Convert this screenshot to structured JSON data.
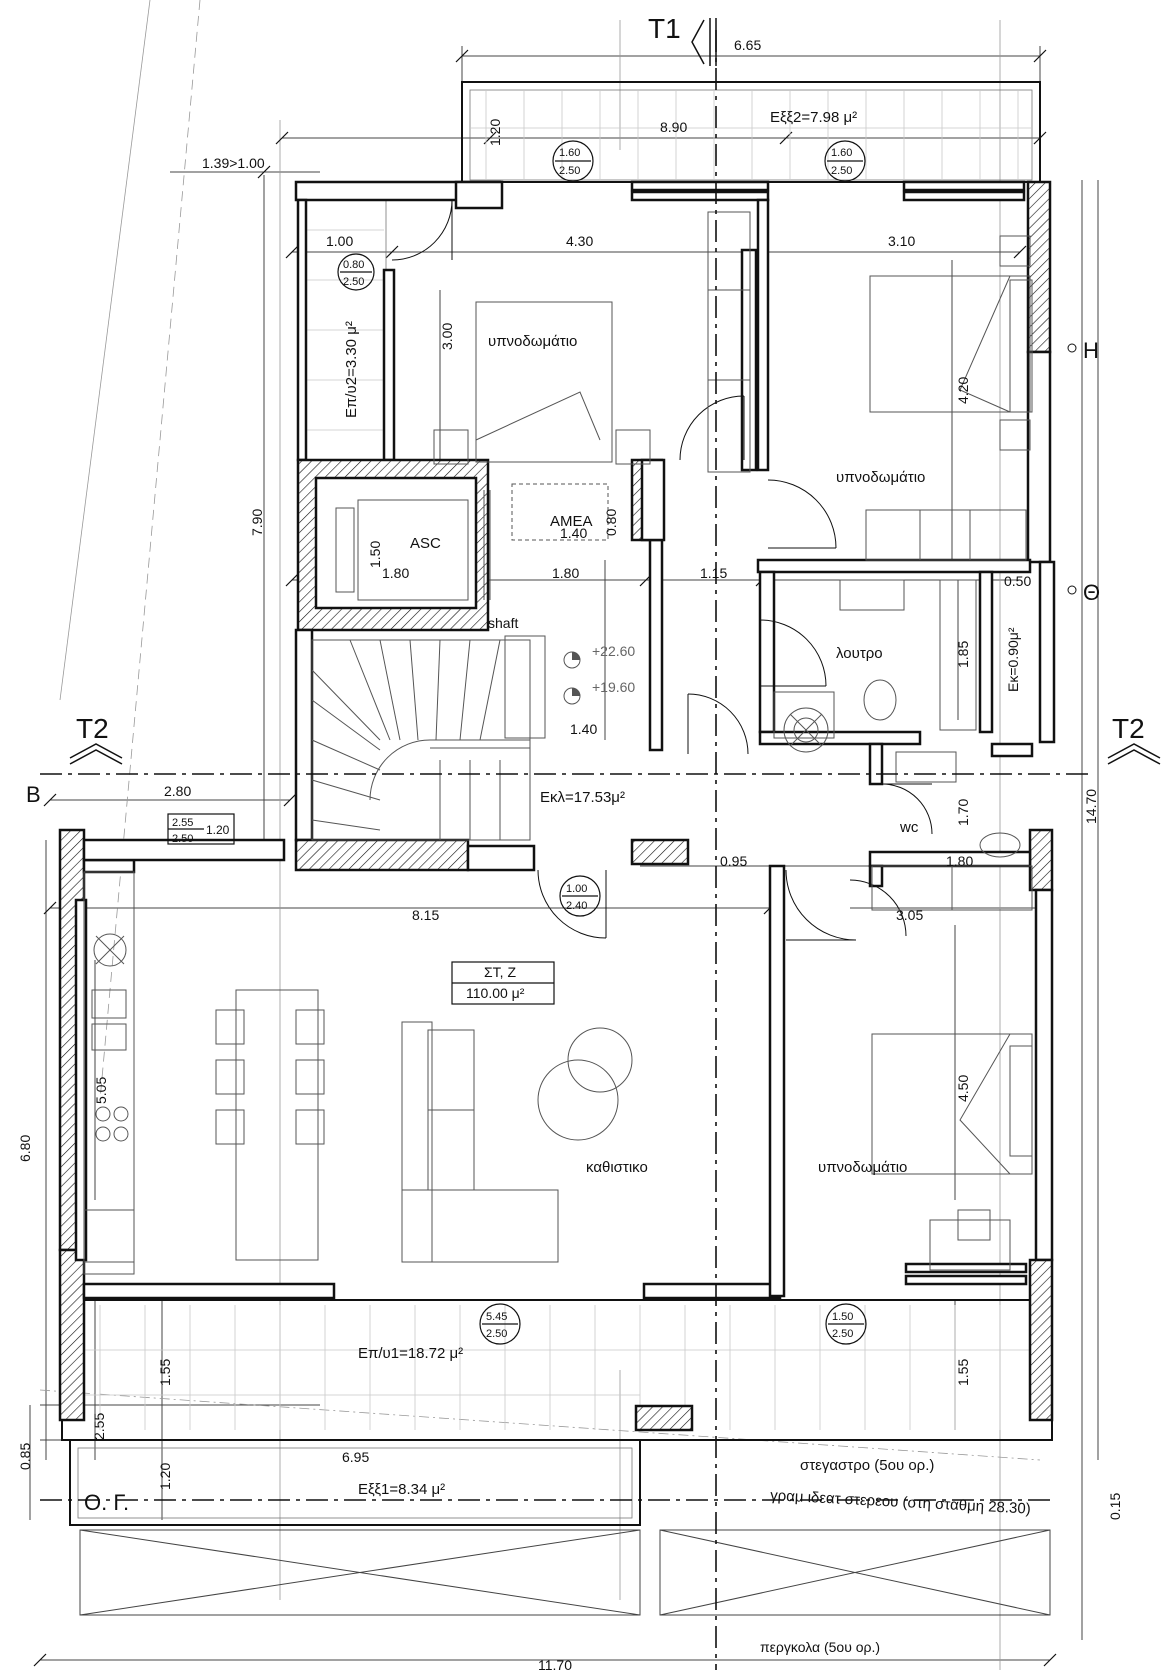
{
  "axes": {
    "t1": "T1",
    "t2_left": "T2",
    "t2_right": "T2",
    "h": "H",
    "theta": "Θ",
    "b": "B",
    "og": "Ο. Γ."
  },
  "rooms": {
    "bedroom_1": "υπνοδωμάτιο",
    "bedroom_2": "υπνοδωμάτιο",
    "bedroom_3": "υπνοδωμάτιο",
    "asc": "ASC",
    "amea": "ΑΜΕΑ",
    "shaft": "shaft",
    "bath": "λουτρο",
    "wc": "wc",
    "living": "καθιστικο",
    "hall": "Εκλ=17.53μ²"
  },
  "areas": {
    "exoste_2": "Εξξ2=7.98 μ²",
    "exoste_1": "Εξξ1=8.34 μ²",
    "hmy_2": "Επ/υ2=3.30 μ²",
    "hmy_1": "Επ/υ1=18.72 μ²",
    "ek": "Εκ=0.90μ²",
    "unit_code": "ΣΤ, Ζ",
    "unit_area": "110.00 μ²"
  },
  "levels": {
    "level_1": "+22.60",
    "level_2": "+19.60"
  },
  "notes": {
    "canopy": "στεγαστρο (5ου ορ.)",
    "ideal_line": "γραμ ιδεατ στερεου (στη σταθμη 28.30)",
    "pergola": "περγκολα (5ου ορ.)"
  },
  "openings": {
    "o1": {
      "w": "1.60",
      "h": "2.50"
    },
    "o2": {
      "w": "1.60",
      "h": "2.50"
    },
    "o3": {
      "w": "0.80",
      "h": "2.50"
    },
    "o4": {
      "w": "2.55",
      "h": "2.50"
    },
    "o5": {
      "w": "1.00",
      "h": "2.40"
    },
    "o6": {
      "w": "5.45",
      "h": "2.50"
    },
    "o7": {
      "w": "1.50",
      "h": "2.50"
    }
  },
  "dimensions": {
    "d_665": "6.65",
    "d_120_top": "1.20",
    "d_890": "8.90",
    "d_139": "1.39>1.00",
    "d_100": "1.00",
    "d_430": "4.30",
    "d_310": "3.10",
    "d_300": "3.00",
    "d_420": "4.20",
    "d_790": "7.90",
    "d_150": "1.50",
    "d_140_amea": "1.40",
    "d_080": "0.80",
    "d_180_a": "1.80",
    "d_180_b": "1.80",
    "d_115": "1.15",
    "d_050": "0.50",
    "d_185": "1.85",
    "d_140_stair": "1.40",
    "d_280": "2.80",
    "d_120_o4": "1.20",
    "d_170": "1.70",
    "d_1470": "14.70",
    "d_095": "0.95",
    "d_180_wc": "1.80",
    "d_815": "8.15",
    "d_305": "3.05",
    "d_505": "5.05",
    "d_450": "4.50",
    "d_680": "6.80",
    "d_155_a": "1.55",
    "d_155_b": "1.55",
    "d_255": "2.55",
    "d_695": "6.95",
    "d_085": "0.85",
    "d_120_bottom": "1.20",
    "d_015": "0.15",
    "d_1170": "11.70"
  }
}
